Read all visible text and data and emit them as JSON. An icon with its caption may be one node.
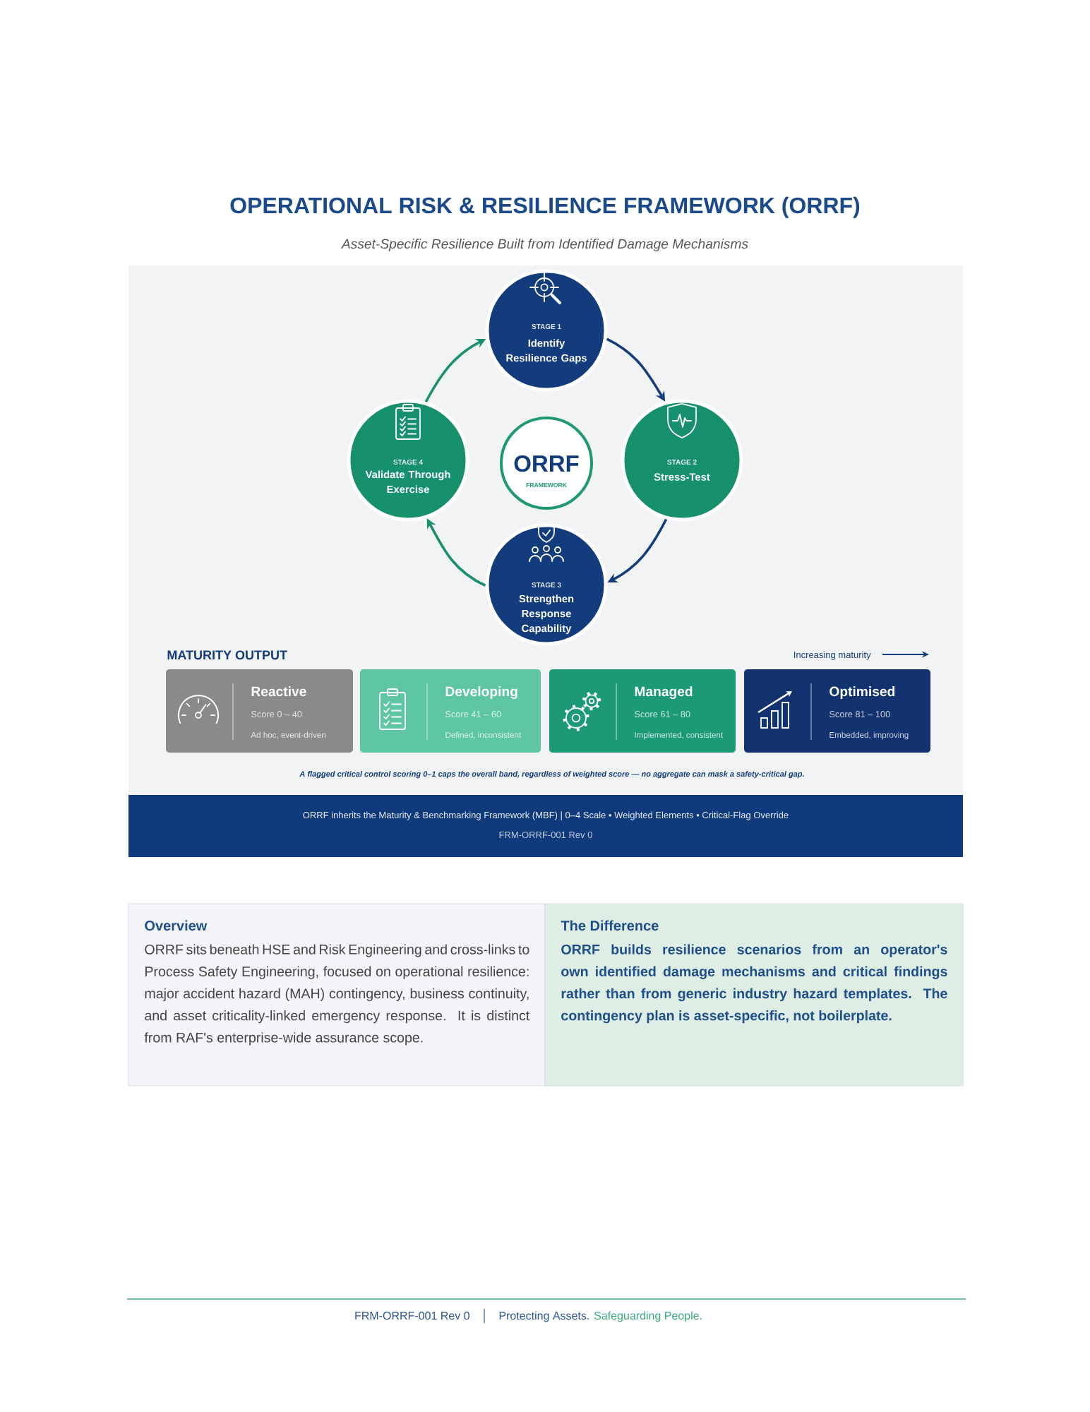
{
  "diagram": {
    "title": "OPERATIONAL RISK & RESILIENCE FRAMEWORK (ORRF)",
    "nodes": [
      {
        "text": [
          "STAGE 1",
          "Identify Resilience Gaps"
        ]
      },
      {
        "text": [
          "STAGE 2",
          "Stress-Test"
        ]
      },
      {
        "text": [
          "STAGE 3",
          "Strengthen Response Capability"
        ]
      },
      {
        "text": [
          "STAGE 4",
          "Validate Through Exercise"
        ]
      },
      {
        "text": [
          "ORRF",
          "FRAMEWORK"
        ]
      },
      {
        "text": [
          "Reactive",
          "Score 0 – 40",
          "Ad hoc, event-driven"
        ]
      },
      {
        "text": [
          "Developing",
          "Score 41 – 60",
          "Defined, inconsistent"
        ]
      },
      {
        "text": [
          "Managed",
          "Score 61 – 80",
          "Implemented, consistent"
        ]
      },
      {
        "text": [
          "Optimised",
          "Score 81 – 100",
          "Embedded, improving"
        ]
      },
      {
        "text": [
          "ORRF inherits the Maturity & Benchmarking Framework (MBF) | 0–4 Scale • Weighted Elements • Critical-Flag Override",
          "FRM-ORRF-001 Rev 0"
        ]
      },
      {
        "text": [
          "Overview",
          "ORRF sits beneath HSE and Risk Engineering and cross-links to Process Safety Engineering, focused on operational resilience: major accident hazard (MAH) contingency, business continuity, and asset criticality-linked emergency response. It is distinct from RAF's enterprise-wide assurance scope."
        ]
      },
      {
        "text": [
          "The Difference",
          "ORRF builds resilience scenarios from an operator's own identified damage mechanisms and critical findings rather than from generic industry hazard templates. The contingency plan is asset-specific, not boilerplate."
        ]
      }
    ],
    "edges": [
      {
        "from": 0,
        "to": 1,
        "arrow": "to",
        "color": "#133c7c"
      },
      {
        "from": 1,
        "to": 2,
        "arrow": "to",
        "color": "#133c7c"
      },
      {
        "from": 2,
        "to": 3,
        "arrow": "to",
        "color": "#17916c"
      },
      {
        "from": 3,
        "to": 0,
        "arrow": "to",
        "color": "#17916c"
      }
    ],
    "labels": [
      "Asset-Specific Resilience Built from Identified Damage Mechanisms",
      "MATURITY OUTPUT",
      "Increasing maturity",
      "A flagged critical control scoring 0–1 caps the overall band, regardless of weighted score — no aggregate can mask a safety-critical gap.",
      "FRM-ORRF-001 Rev 0",
      "Protecting Assets.",
      "Safeguarding People."
    ]
  }
}
